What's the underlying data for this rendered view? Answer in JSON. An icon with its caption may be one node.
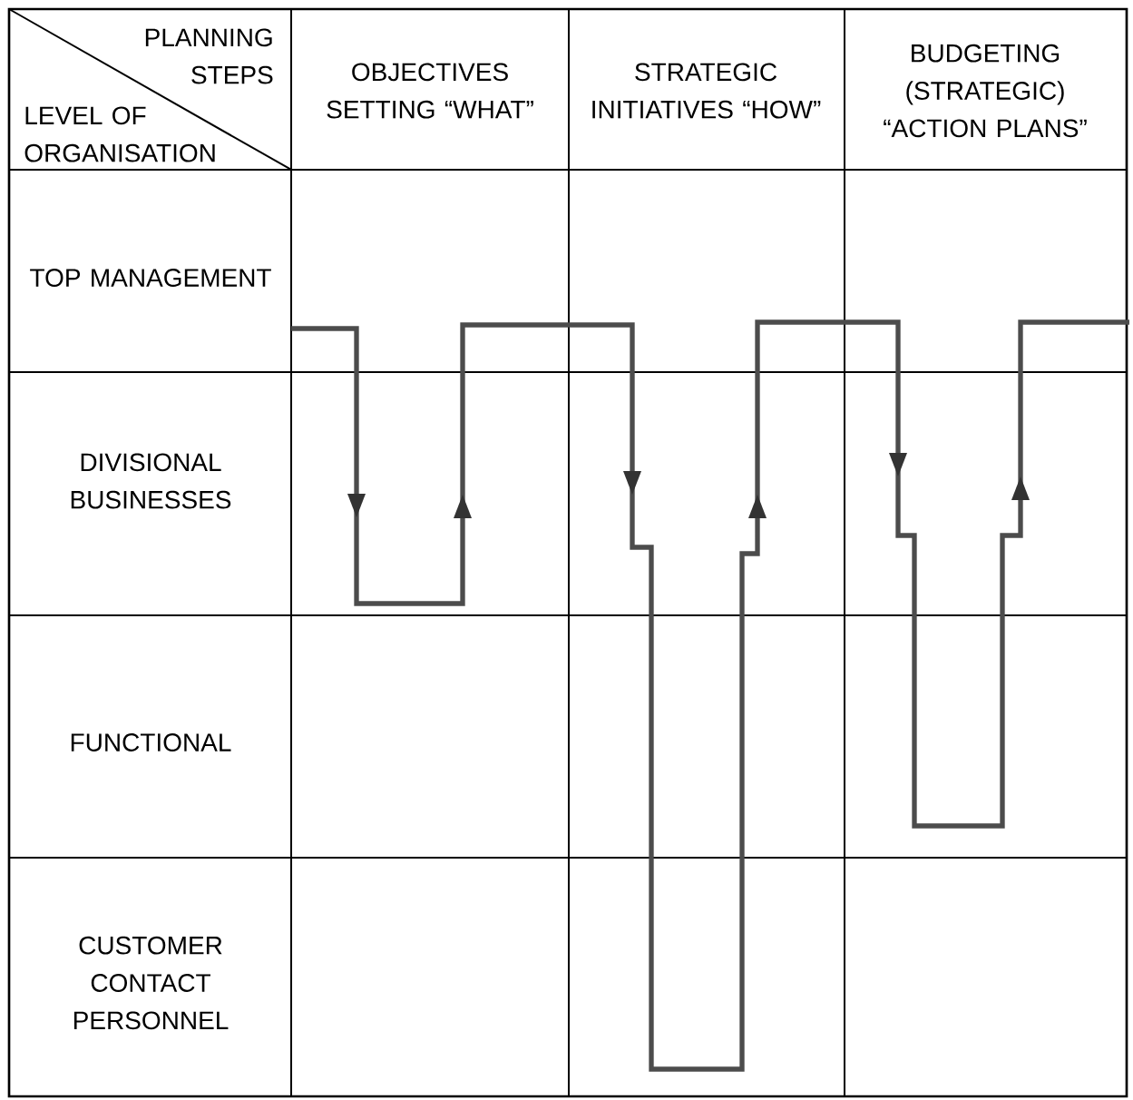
{
  "diagram": {
    "labels": [
      "PLANNING STEPS",
      "LEVEL OF ORGANISATION",
      "OBJECTIVES SETTING “WHAT”",
      "STRATEGIC INITIATIVES “HOW”",
      "BUDGETING (STRATEGIC) “ACTION PLANS”",
      "TOP MANAGEMENT",
      "DIVISIONAL BUSINESSES",
      "FUNCTIONAL",
      "CUSTOMER CONTACT PERSONNEL"
    ]
  }
}
